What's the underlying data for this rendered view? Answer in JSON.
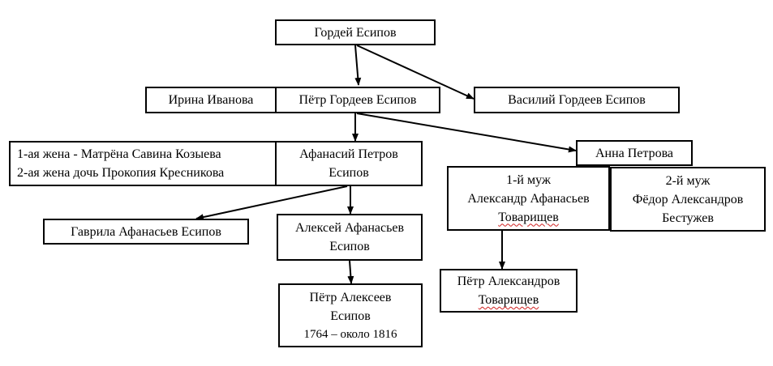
{
  "colors": {
    "line": "#000000",
    "spellcheck": "#d02020"
  },
  "people": {
    "gordey": "Гордей Есипов",
    "irina": "Ирина Иванова",
    "petr": "Пётр Гордеев Есипов",
    "vasily": "Василий Гордеев Есипов",
    "wives": {
      "line1": "1-ая жена -  Матрёна Савина Козыева",
      "line2": "2-ая жена дочь Прокопия Кресникова"
    },
    "afanasy": {
      "line1": "Афанасий Петров",
      "line2": "Есипов"
    },
    "anna": "Анна Петрова",
    "husband1": {
      "line1": "1-й муж",
      "line2": "Александр Афанасьев",
      "line3": "Товарищев"
    },
    "husband2": {
      "line1": "2-й муж",
      "line2": "Фёдор Александров",
      "line3": "Бестужев"
    },
    "gavrila": "Гаврила Афанасьев Есипов",
    "alexey": {
      "line1": "Алексей Афанасьев",
      "line2": "Есипов"
    },
    "petr_alexandrov": {
      "line1": "Пётр Александров",
      "line2": "Товарищев"
    },
    "petr_alexeev": {
      "line1": "Пётр Алексеев",
      "line2": "Есипов",
      "line3": "1764 – около 1816"
    }
  }
}
